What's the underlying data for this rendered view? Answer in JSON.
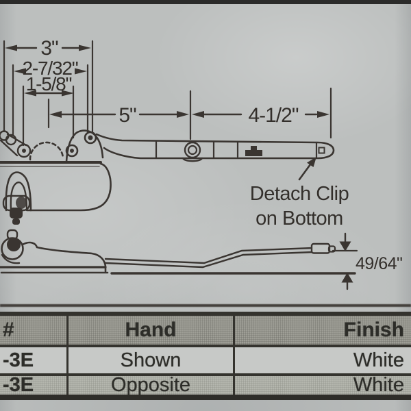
{
  "dims": {
    "overall_width": "3\"",
    "mid_width": "2-7/32\"",
    "inner_width": "1-5/8\"",
    "arm_left_span": "5\"",
    "arm_right_span": "4-1/2\"",
    "stack_height": "49/64\""
  },
  "callout": {
    "line1": "Detach Clip",
    "line2": "on Bottom"
  },
  "table": {
    "headers": {
      "part": "#",
      "hand": "Hand",
      "finish": "Finish"
    },
    "rows": [
      {
        "part": "-3E",
        "hand": "Shown",
        "finish": "White"
      },
      {
        "part": "-3E",
        "hand": "Opposite",
        "finish": "White"
      }
    ]
  },
  "colors": {
    "paper": "#bcbfbe",
    "ink": "#3a3531",
    "table_border": "#34332e",
    "table_header_bg": "#a6a69e",
    "table_row_bg": "#c7c9c7",
    "table_row_alt_bg": "#babcb4",
    "top_band": "#2b2b2a"
  }
}
